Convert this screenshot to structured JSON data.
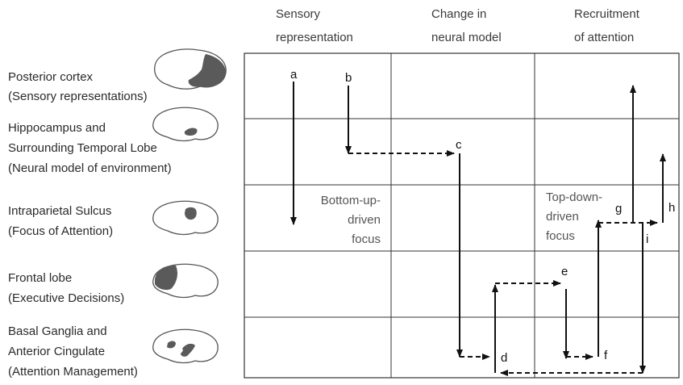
{
  "columns": [
    {
      "line1": "Sensory",
      "line2": "representation"
    },
    {
      "line1": "Change in",
      "line2": "neural model"
    },
    {
      "line1": "Recruitment",
      "line2": "of attention"
    }
  ],
  "rows": [
    {
      "line1": "Posterior cortex",
      "line2": "(Sensory representations)",
      "line3": ""
    },
    {
      "line1": "Hippocampus and",
      "line2": "Surrounding Temporal Lobe",
      "line3": "(Neural model of environment)"
    },
    {
      "line1": "Intraparietal Sulcus",
      "line2": "(Focus of Attention)",
      "line3": ""
    },
    {
      "line1": "Frontal lobe",
      "line2": "(Executive Decisions)",
      "line3": ""
    },
    {
      "line1": "Basal Ganglia and",
      "line2": "Anterior Cingulate",
      "line3": "(Attention Management)"
    }
  ],
  "point_labels": {
    "a": "a",
    "b": "b",
    "c": "c",
    "d": "d",
    "e": "e",
    "f": "f",
    "g": "g",
    "h": "h",
    "i": "i"
  },
  "annotations": {
    "bottom_up": {
      "line1": "Bottom-up-",
      "line2": "driven",
      "line3": "focus"
    },
    "top_down": {
      "line1": "Top-down-",
      "line2": "driven",
      "line3": "focus"
    }
  },
  "colors": {
    "grid": "#333333",
    "arrow": "#111111",
    "brain_outline": "#555555",
    "brain_region": "#5a5a5a"
  }
}
